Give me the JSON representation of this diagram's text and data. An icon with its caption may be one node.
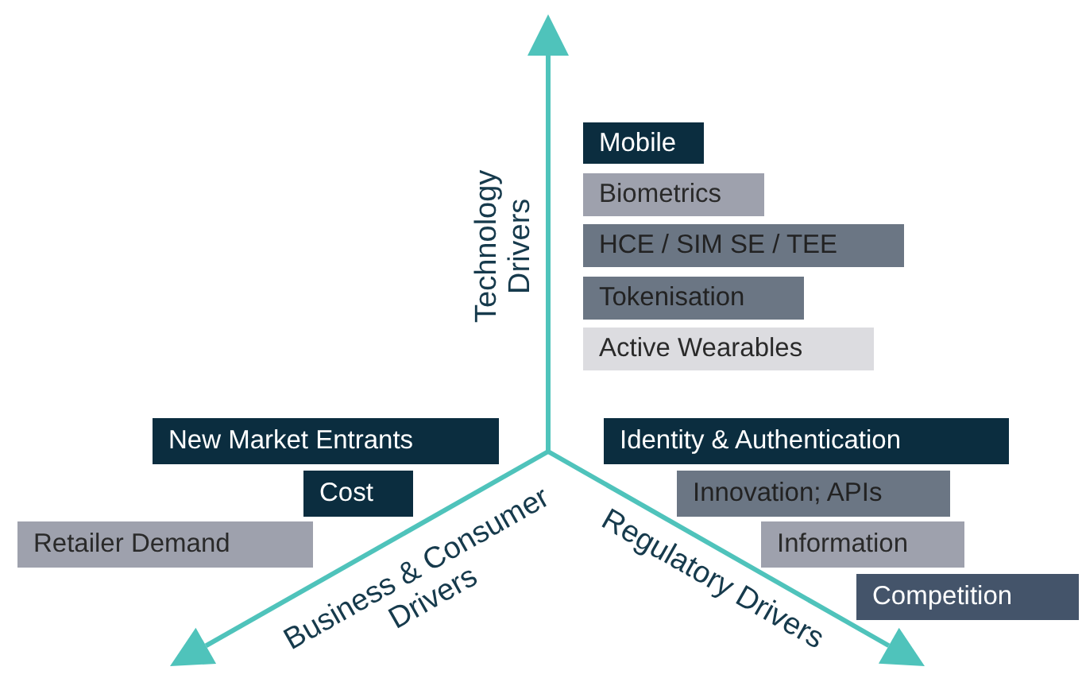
{
  "diagram": {
    "nodes": [
      {
        "text": [
          "Mobile"
        ]
      },
      {
        "text": [
          "Biometrics"
        ]
      },
      {
        "text": [
          "HCE / SIM SE / TEE"
        ]
      },
      {
        "text": [
          "Tokenisation"
        ]
      },
      {
        "text": [
          "Active Wearables"
        ]
      },
      {
        "text": [
          "New Market Entrants"
        ]
      },
      {
        "text": [
          "Cost"
        ]
      },
      {
        "text": [
          "Retailer Demand"
        ]
      },
      {
        "text": [
          "Identity & Authentication"
        ]
      },
      {
        "text": [
          "Innovation; APIs"
        ]
      },
      {
        "text": [
          "Information"
        ]
      },
      {
        "text": [
          "Competition"
        ]
      }
    ],
    "labels": [
      "Technology Drivers",
      "Business & Consumer Drivers",
      "Regulatory Drivers"
    ]
  }
}
